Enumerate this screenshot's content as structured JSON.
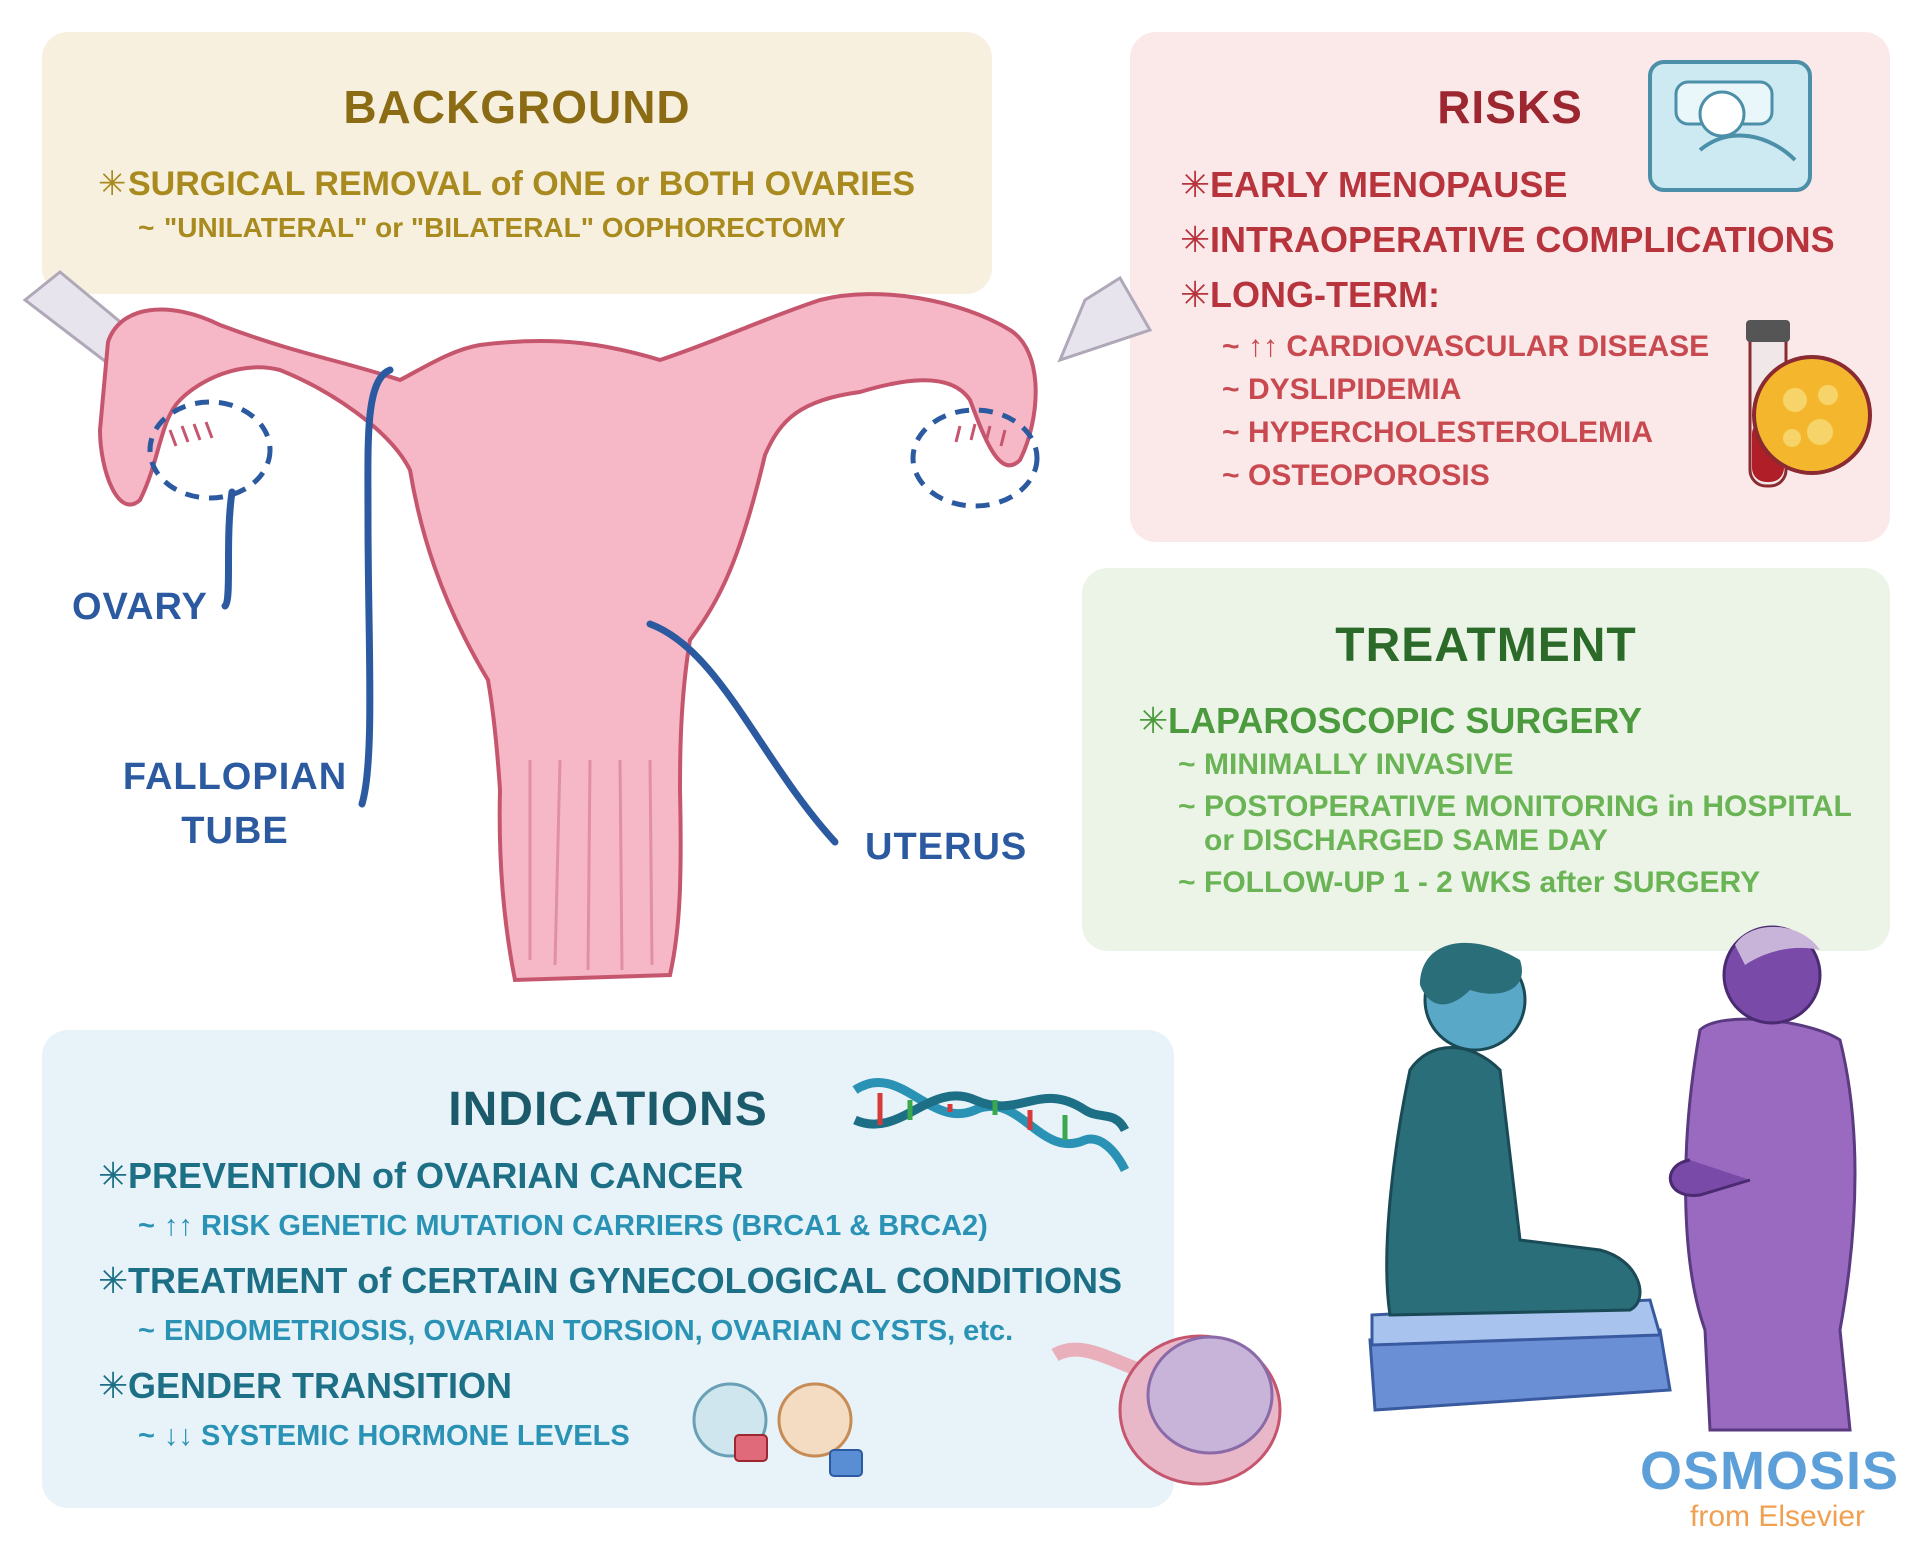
{
  "colors": {
    "background_panel": "#f7f0df",
    "background_text": "#a88a1e",
    "background_title": "#8b6c14",
    "risks_panel": "#fbe9ea",
    "risks_text": "#b8343c",
    "risks_title": "#9d2730",
    "treatment_panel": "#ebf4e6",
    "treatment_title": "#2c6a2a",
    "treatment_text": "#4c9a3e",
    "treatment_sub": "#6ab456",
    "indications_panel": "#e7f3f9",
    "indications_title": "#1b5a6a",
    "indications_text": "#1d6f86",
    "indications_sub": "#2a93b5",
    "label_blue": "#2c5aa0",
    "uterus_fill": "#f6b8c6",
    "uterus_stroke": "#c6566e"
  },
  "background": {
    "title": "BACKGROUND",
    "items": [
      {
        "text": "SURGICAL REMOVAL of ONE or BOTH OVARIES",
        "level": 1
      },
      {
        "text": "\"UNILATERAL\" or \"BILATERAL\" OOPHORECTOMY",
        "level": 2
      }
    ]
  },
  "risks": {
    "title": "RISKS",
    "items": [
      {
        "text": "EARLY MENOPAUSE",
        "level": 1
      },
      {
        "text": "INTRAOPERATIVE COMPLICATIONS",
        "level": 1
      },
      {
        "text": "LONG-TERM:",
        "level": 1
      },
      {
        "text": "↑↑ CARDIOVASCULAR DISEASE",
        "level": 2
      },
      {
        "text": "DYSLIPIDEMIA",
        "level": 2
      },
      {
        "text": "HYPERCHOLESTEROLEMIA",
        "level": 2
      },
      {
        "text": "OSTEOPOROSIS",
        "level": 2
      }
    ]
  },
  "treatment": {
    "title": "TREATMENT",
    "items": [
      {
        "text": "LAPAROSCOPIC SURGERY",
        "level": 1
      },
      {
        "text": "MINIMALLY INVASIVE",
        "level": 2
      },
      {
        "text": "POSTOPERATIVE MONITORING in HOSPITAL",
        "level": 2
      },
      {
        "text": "or DISCHARGED SAME DAY",
        "level": 3
      },
      {
        "text": "FOLLOW-UP 1 - 2 WKS after SURGERY",
        "level": 2
      }
    ]
  },
  "indications": {
    "title": "INDICATIONS",
    "items": [
      {
        "text": "PREVENTION of OVARIAN CANCER",
        "level": 1
      },
      {
        "text": "↑↑ RISK GENETIC MUTATION CARRIERS (BRCA1 & BRCA2)",
        "level": 2
      },
      {
        "text": "TREATMENT of CERTAIN GYNECOLOGICAL CONDITIONS",
        "level": 1
      },
      {
        "text": "ENDOMETRIOSIS, OVARIAN TORSION, OVARIAN CYSTS, etc.",
        "level": 2
      },
      {
        "text": "GENDER TRANSITION",
        "level": 1
      },
      {
        "text": "↓↓ SYSTEMIC HORMONE LEVELS",
        "level": 2
      }
    ]
  },
  "labels": {
    "ovary": "OVARY",
    "fallopian_1": "FALLOPIAN",
    "fallopian_2": "TUBE",
    "uterus": "UTERUS"
  },
  "brand": {
    "name": "OSMOSIS",
    "tagline": "from Elsevier"
  },
  "icons": [
    "hospital-bed-icon",
    "blood-tube-icon",
    "dna-icon",
    "ovary-cyst-icon",
    "hormone-cells-icon",
    "patient-doctor-illustration",
    "uterus-illustration"
  ]
}
